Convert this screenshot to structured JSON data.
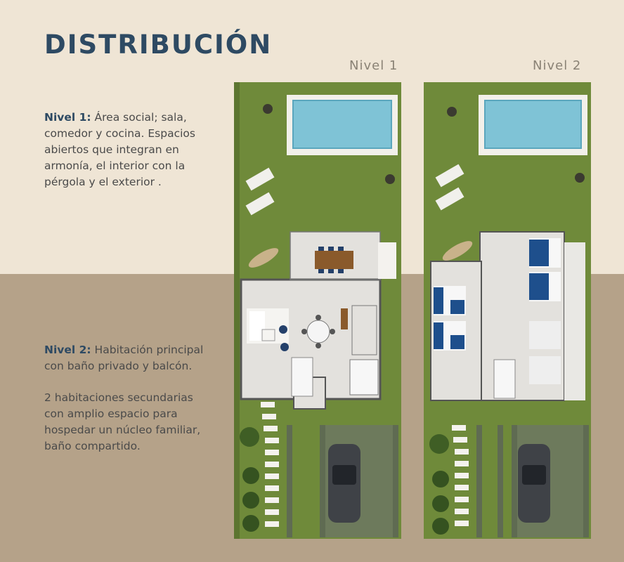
{
  "title": "DISTRIBUCIÓN",
  "levels": [
    {
      "label": "Nivel 1",
      "heading": "Nivel 1:",
      "paragraphs": [
        "Área social; sala, comedor y cocina. Espacios abiertos que integran en armonía, el interior con la pérgola y el exterior ."
      ]
    },
    {
      "label": "Nivel 2",
      "heading": "Nivel 2:",
      "paragraphs": [
        "Habitación principal con baño privado y balcón.",
        "2 habitaciones secundarias con amplio espacio para hospedar un núcleo familiar, baño compartido."
      ]
    }
  ],
  "colors": {
    "background_top": "#efe5d5",
    "background_bottom": "#b5a289",
    "title": "#2e4a63",
    "lawn": "#6f8a3a",
    "pool": "#7fc3d6",
    "floor": "#e3e1dd"
  }
}
